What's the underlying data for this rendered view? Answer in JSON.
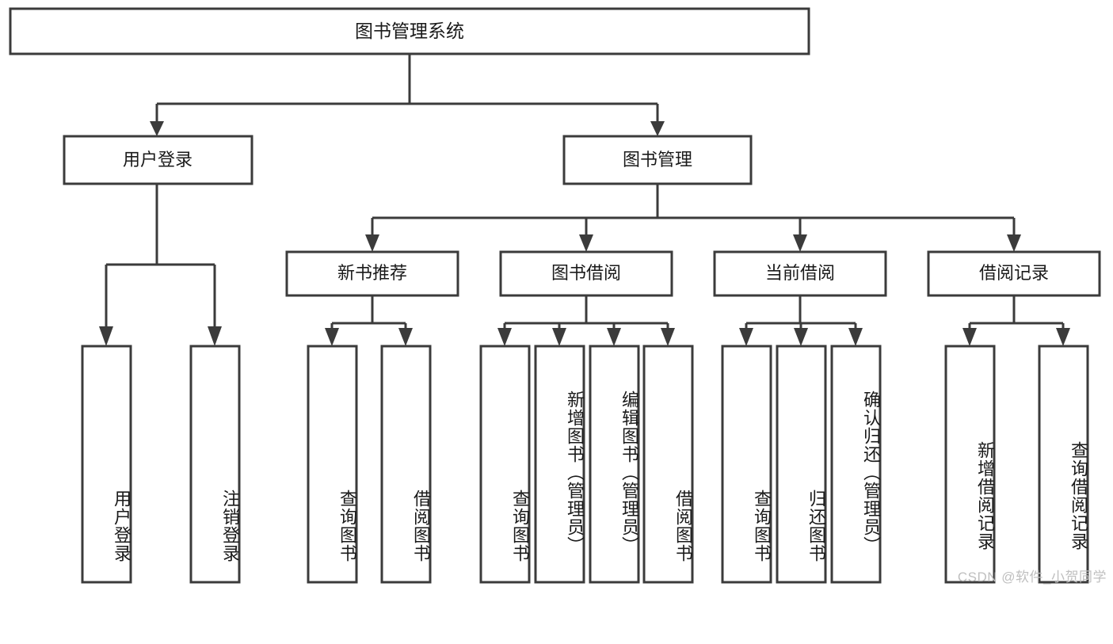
{
  "diagram": {
    "type": "tree-hierarchy",
    "title_node": {
      "label": "图书管理系统"
    },
    "level1": [
      {
        "id": "user-login",
        "label": "用户登录"
      },
      {
        "id": "book-manage",
        "label": "图书管理"
      }
    ],
    "level2": [
      {
        "id": "new-book-recommend",
        "label": "新书推荐",
        "parent": "book-manage"
      },
      {
        "id": "book-borrow",
        "label": "图书借阅",
        "parent": "book-manage"
      },
      {
        "id": "current-borrow",
        "label": "当前借阅",
        "parent": "book-manage"
      },
      {
        "id": "borrow-record",
        "label": "借阅记录",
        "parent": "book-manage"
      }
    ],
    "leaves": [
      {
        "id": "leaf-user-login",
        "label": "用户登录",
        "parent": "user-login"
      },
      {
        "id": "leaf-user-logout",
        "label": "注销登录",
        "parent": "user-login"
      },
      {
        "id": "leaf-query-book-1",
        "label": "查询图书",
        "parent": "new-book-recommend"
      },
      {
        "id": "leaf-borrow-book-1",
        "label": "借阅图书",
        "parent": "new-book-recommend"
      },
      {
        "id": "leaf-query-book-2",
        "label": "查询图书",
        "parent": "book-borrow"
      },
      {
        "id": "leaf-add-book",
        "label": "新增图书（管理员）",
        "parent": "book-borrow"
      },
      {
        "id": "leaf-edit-book",
        "label": "编辑图书（管理员）",
        "parent": "book-borrow"
      },
      {
        "id": "leaf-borrow-book-2",
        "label": "借阅图书",
        "parent": "book-borrow"
      },
      {
        "id": "leaf-query-book-3",
        "label": "查询图书",
        "parent": "current-borrow"
      },
      {
        "id": "leaf-return-book",
        "label": "归还图书",
        "parent": "current-borrow"
      },
      {
        "id": "leaf-confirm-return",
        "label": "确认归还（管理员）",
        "parent": "current-borrow"
      },
      {
        "id": "leaf-add-record",
        "label": "新增借阅记录",
        "parent": "borrow-record"
      },
      {
        "id": "leaf-query-record",
        "label": "查询借阅记录",
        "parent": "borrow-record"
      }
    ],
    "colors": {
      "stroke": "#3b3b3b",
      "fill": "#ffffff",
      "text": "#1a1a1a",
      "watermark": "#bfbfbf"
    }
  },
  "watermark": {
    "text": "CSDN @软件_小贺同学"
  }
}
